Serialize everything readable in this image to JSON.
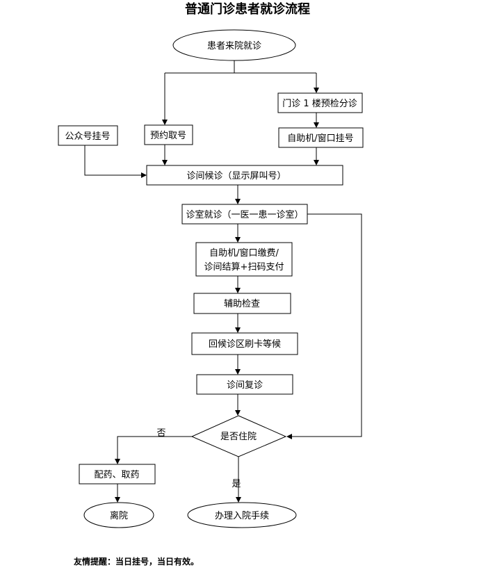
{
  "title": "普通门诊患者就诊流程",
  "nodes": {
    "arrive": "患者来院就诊",
    "pre_check": "门诊 1 楼预检分诊",
    "public_account": "公众号挂号",
    "appointment": "预约取号",
    "kiosk_register": "自助机/窗口挂号",
    "waiting": "诊间候诊（显示屏叫号）",
    "consult": "诊室就诊（一医一患一诊室）",
    "payment_line1": "自助机/窗口缴费/",
    "payment_line2": "诊间结算+扫码支付",
    "exam": "辅助检查",
    "swipe_wait": "回候诊区刷卡等候",
    "revisit": "诊间复诊",
    "hospitalize_q": "是否住院",
    "medicine": "配药、取药",
    "leave": "离院",
    "admission": "办理入院手续"
  },
  "edge_labels": {
    "no": "否",
    "yes": "是"
  },
  "footer": "友情提醒：当日挂号，当日有效。"
}
